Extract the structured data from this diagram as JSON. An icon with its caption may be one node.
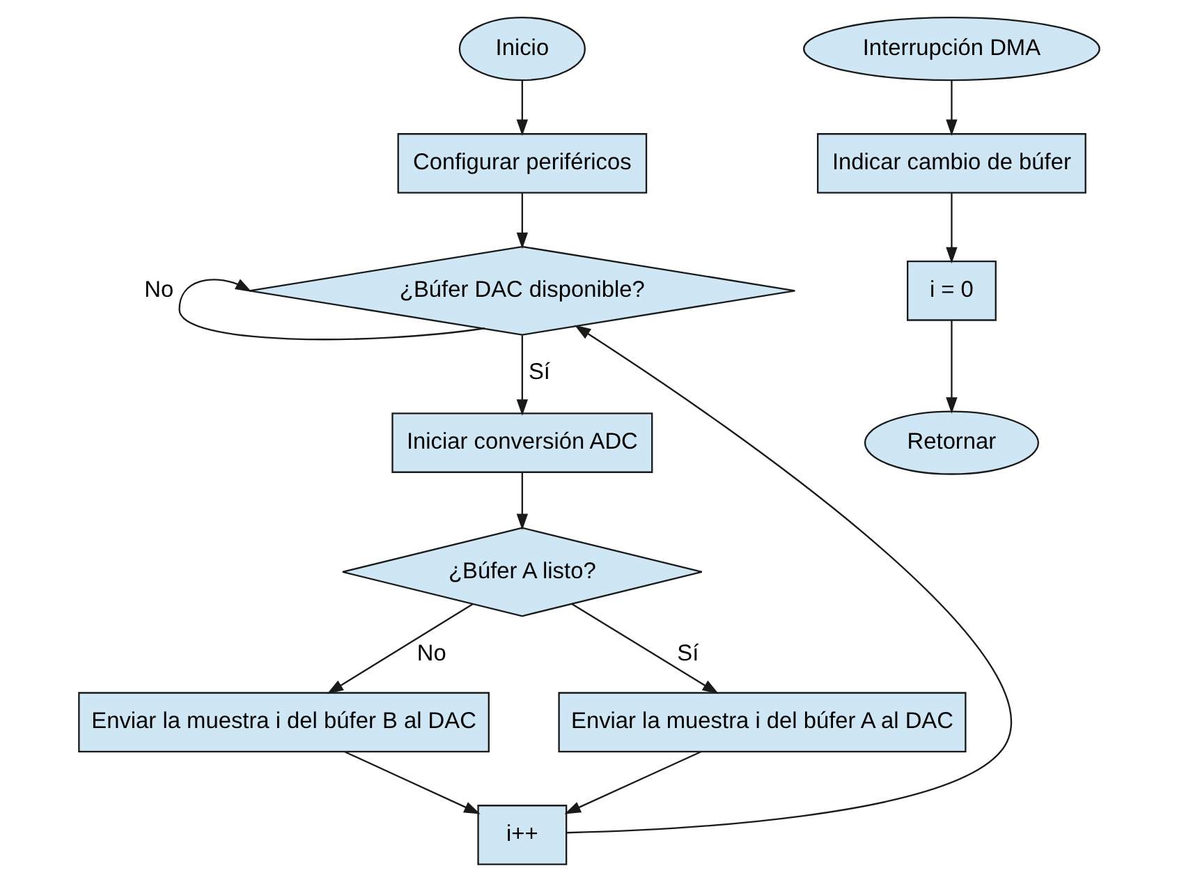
{
  "diagram": {
    "nodes": [
      {
        "text": [
          "Inicio"
        ]
      },
      {
        "text": [
          "Configurar periféricos"
        ]
      },
      {
        "text": [
          "¿Búfer DAC disponible?"
        ]
      },
      {
        "text": [
          "Iniciar conversión ADC"
        ]
      },
      {
        "text": [
          "¿Búfer A listo?"
        ]
      },
      {
        "text": [
          "Enviar la muestra i del búfer B al DAC"
        ]
      },
      {
        "text": [
          "Enviar la muestra i del búfer A al DAC"
        ]
      },
      {
        "text": [
          "i++"
        ]
      },
      {
        "text": [
          "Interrupción DMA"
        ]
      },
      {
        "text": [
          "Indicar cambio de búfer"
        ]
      },
      {
        "text": [
          "i = 0"
        ]
      },
      {
        "text": [
          "Retornar"
        ]
      }
    ],
    "edges": [
      {
        "from": 0,
        "to": 1,
        "arrow": "to"
      },
      {
        "from": 1,
        "to": 2,
        "arrow": "to"
      },
      {
        "from": 2,
        "to": 3,
        "arrow": "to",
        "label": "Sí"
      },
      {
        "from": 2,
        "to": 2,
        "arrow": "to",
        "label": "No"
      },
      {
        "from": 3,
        "to": 4,
        "arrow": "to"
      },
      {
        "from": 4,
        "to": 5,
        "arrow": "to",
        "label": "No"
      },
      {
        "from": 4,
        "to": 6,
        "arrow": "to",
        "label": "Sí"
      },
      {
        "from": 5,
        "to": 7,
        "arrow": "to"
      },
      {
        "from": 6,
        "to": 7,
        "arrow": "to"
      },
      {
        "from": 7,
        "to": 2,
        "arrow": "to"
      },
      {
        "from": 8,
        "to": 9,
        "arrow": "to"
      },
      {
        "from": 9,
        "to": 10,
        "arrow": "to"
      },
      {
        "from": 10,
        "to": 11,
        "arrow": "to"
      }
    ]
  }
}
